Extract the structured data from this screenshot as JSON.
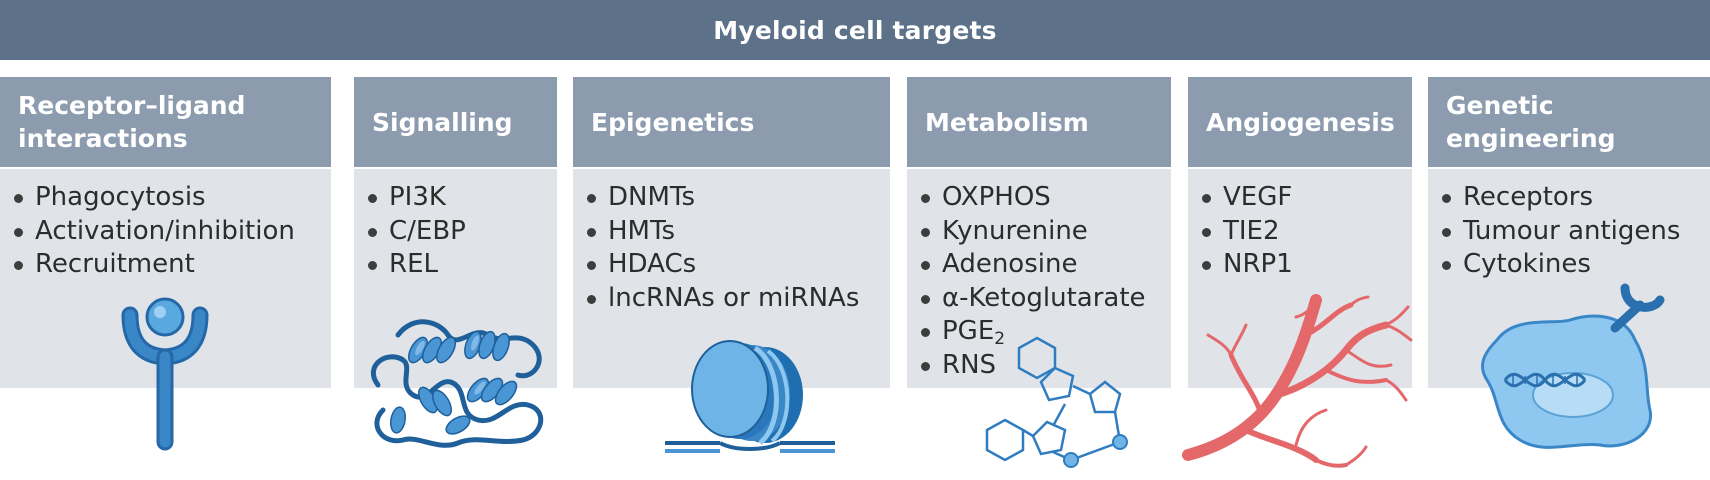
{
  "banner": {
    "title": "Myeloid cell targets"
  },
  "columns": [
    {
      "title_line1": "Receptor–ligand",
      "title_line2": "interactions",
      "items": [
        "Phagocytosis",
        "Activation/inhibition",
        "Recruitment"
      ],
      "icon": "receptor-icon"
    },
    {
      "title_line1": "Signalling",
      "title_line2": "",
      "items": [
        "PI3K",
        "C/EBP",
        "REL"
      ],
      "icon": "protein-structure-icon"
    },
    {
      "title_line1": "Epigenetics",
      "title_line2": "",
      "items": [
        "DNMTs",
        "HMTs",
        "HDACs",
        "lncRNAs or miRNAs"
      ],
      "icon": "nucleosome-icon"
    },
    {
      "title_line1": "Metabolism",
      "title_line2": "",
      "items": [
        "OXPHOS",
        "Kynurenine",
        "Adenosine",
        "α-Ketoglutarate",
        "PGE",
        "RNS"
      ],
      "pge_subscript": "2",
      "icon": "metabolite-molecule-icon"
    },
    {
      "title_line1": "Angiogenesis",
      "title_line2": "",
      "items": [
        "VEGF",
        "TIE2",
        "NRP1"
      ],
      "icon": "blood-vessel-icon"
    },
    {
      "title_line1": "Genetic",
      "title_line2": "engineering",
      "items": [
        "Receptors",
        "Tumour antigens",
        "Cytokines"
      ],
      "icon": "engineered-cell-icon"
    }
  ],
  "colors": {
    "banner": "#5d7289",
    "header": "#8c9bae",
    "body": "#e0e4e9",
    "icon_blue": "#3a87c8",
    "vessel_red": "#e4686a"
  }
}
